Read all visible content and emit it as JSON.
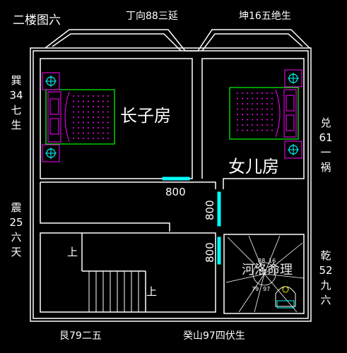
{
  "title": "二楼图六",
  "top_labels": {
    "left": "丁向88三延",
    "right": "坤16五绝生"
  },
  "bottom_labels": {
    "left": "艮79二五",
    "right": "癸山97四伏生"
  },
  "side_labels": {
    "left_upper": [
      "巽",
      "34",
      "七",
      "生"
    ],
    "left_lower": [
      "震",
      "25",
      "六",
      "天"
    ],
    "right_upper": [
      "兑",
      "61",
      "一",
      "祸"
    ],
    "right_lower": [
      "乾",
      "52",
      "九",
      "六"
    ]
  },
  "rooms": {
    "eldest_son": "长子房",
    "daughter": "女儿房"
  },
  "dimensions": {
    "d1": "800",
    "d2": "800",
    "d3": "800"
  },
  "stairs": {
    "up_left": "上",
    "up_right": "上"
  },
  "compass": {
    "center_text": "河洛命理",
    "num_a": "88",
    "num_b": "16",
    "num_c": "79",
    "num_d": "97"
  },
  "colors": {
    "wall": "#ffffff",
    "furniture": "#00ff00",
    "accent": "#ff00ff",
    "door": "#00ffff"
  }
}
